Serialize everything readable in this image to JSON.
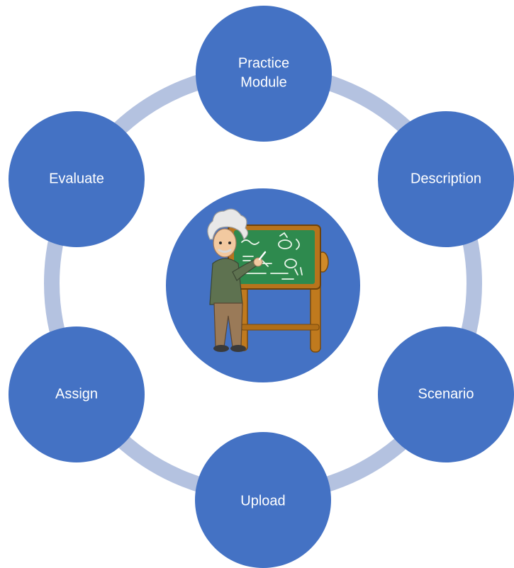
{
  "diagram": {
    "colors": {
      "node_fill": "#4472C4",
      "ring": "#B4C2E0",
      "node_text": "#FFFFFF",
      "background": "#FFFFFF"
    },
    "center": {
      "icon": "teacher-at-chalkboard-illustration"
    },
    "nodes": [
      {
        "id": "practice-module",
        "label_lines": [
          "Practice",
          "Module"
        ]
      },
      {
        "id": "description",
        "label_lines": [
          "Description"
        ]
      },
      {
        "id": "scenario",
        "label_lines": [
          "Scenario"
        ]
      },
      {
        "id": "upload",
        "label_lines": [
          "Upload"
        ]
      },
      {
        "id": "assign",
        "label_lines": [
          "Assign"
        ]
      },
      {
        "id": "evaluate",
        "label_lines": [
          "Evaluate"
        ]
      }
    ]
  }
}
